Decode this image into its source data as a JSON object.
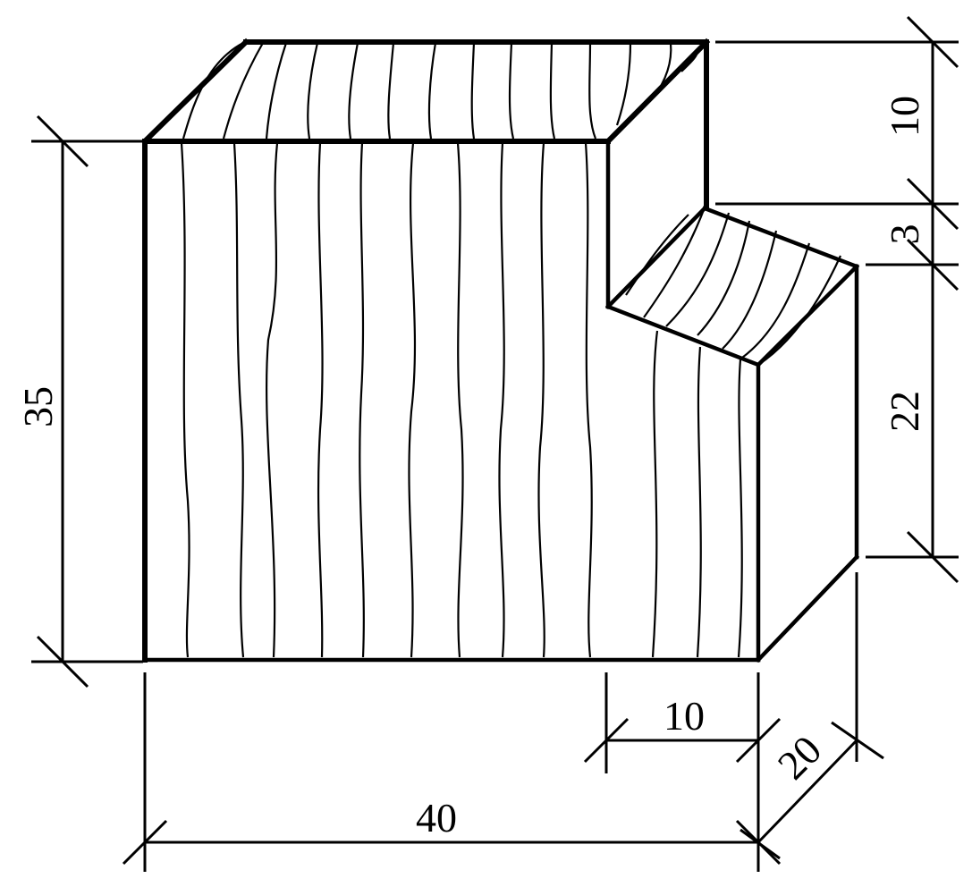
{
  "dimensions": {
    "total_height": "35",
    "top_step_height": "10",
    "notch_gap": "3",
    "lower_height": "22",
    "total_width": "40",
    "notch_width": "10",
    "depth": "20"
  },
  "colors": {
    "line": "#000000",
    "background": "#ffffff"
  }
}
